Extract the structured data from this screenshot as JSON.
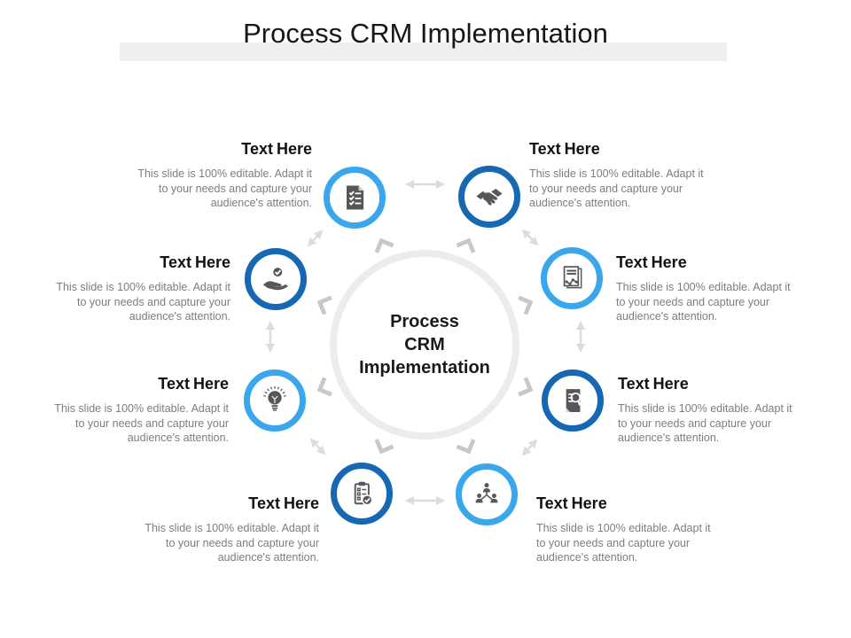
{
  "title": "Process CRM Implementation",
  "center": {
    "line1": "Process",
    "line2": "CRM",
    "line3": "Implementation"
  },
  "colors": {
    "light_blue": "#3AA7ED",
    "dark_blue": "#1568B1",
    "icon_gray": "#56575B",
    "center_ring_gray": "#ECECEC",
    "connector_gray": "#DCDCDC",
    "chevron_gray": "#C8C8C8",
    "title_band_gray": "#EFEFEF",
    "body_text_gray": "#7D7D7D"
  },
  "nodes": [
    {
      "position": "top-left",
      "icon": "checklist-document-icon",
      "ring": "light",
      "heading": "Text Here",
      "body": "This slide is 100% editable. Adapt it to your needs and capture your audience's attention."
    },
    {
      "position": "top-right",
      "icon": "handshake-icon",
      "ring": "dark",
      "heading": "Text Here",
      "body": "This slide is 100% editable. Adapt it to your needs and capture your audience's attention."
    },
    {
      "position": "right-upper",
      "icon": "report-chart-icon",
      "ring": "light",
      "heading": "Text Here",
      "body": "This slide is 100% editable. Adapt it to your needs and capture your audience's attention."
    },
    {
      "position": "right-lower",
      "icon": "document-search-icon",
      "ring": "dark",
      "heading": "Text Here",
      "body": "This slide is 100% editable. Adapt it to your needs and capture your audience's attention."
    },
    {
      "position": "bottom-right",
      "icon": "team-hierarchy-icon",
      "ring": "light",
      "heading": "Text Here",
      "body": "This slide is 100% editable. Adapt it to your needs and capture your audience's attention."
    },
    {
      "position": "bottom-left",
      "icon": "clipboard-check-icon",
      "ring": "dark",
      "heading": "Text Here",
      "body": "This slide is 100% editable. Adapt it to your needs and capture your audience's attention."
    },
    {
      "position": "left-lower",
      "icon": "lightbulb-icon",
      "ring": "light",
      "heading": "Text Here",
      "body": "This slide is 100% editable. Adapt it to your needs and capture your audience's attention."
    },
    {
      "position": "left-upper",
      "icon": "hand-check-icon",
      "ring": "dark",
      "heading": "Text Here",
      "body": "This slide is 100% editable. Adapt it to your needs and capture your audience's attention."
    }
  ]
}
